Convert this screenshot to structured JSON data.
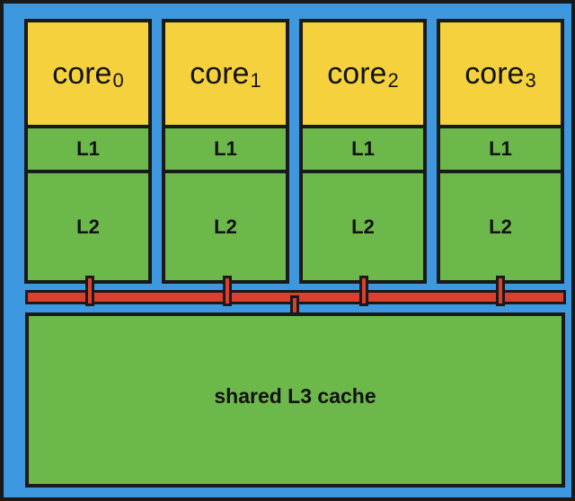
{
  "colors": {
    "chip": "#3d98e0",
    "core": "#f5d23d",
    "cache": "#6db84a",
    "bus": "#d9412e",
    "outline": "#1a1a1a"
  },
  "cores": [
    {
      "name": "core",
      "index": "0",
      "l1": "L1",
      "l2": "L2"
    },
    {
      "name": "core",
      "index": "1",
      "l1": "L1",
      "l2": "L2"
    },
    {
      "name": "core",
      "index": "2",
      "l1": "L1",
      "l2": "L2"
    },
    {
      "name": "core",
      "index": "3",
      "l1": "L1",
      "l2": "L2"
    }
  ],
  "l3": {
    "label": "shared L3 cache"
  }
}
